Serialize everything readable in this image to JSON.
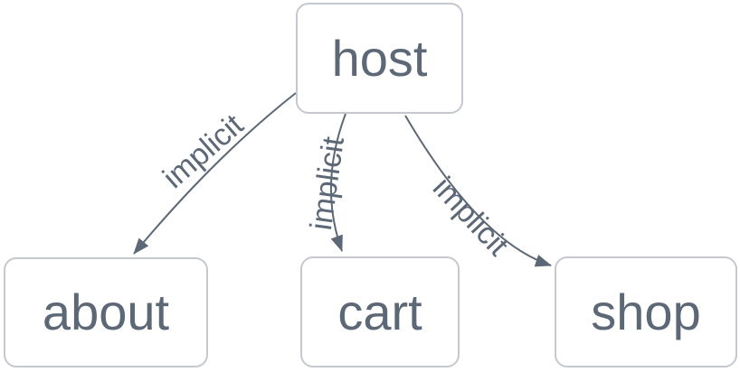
{
  "diagram": {
    "type": "network-graph",
    "background": "#ffffff",
    "colors": {
      "node_fill": "#ffffff",
      "node_border": "#c5c9cf",
      "node_text": "#5d6877",
      "edge_stroke": "#5d6877",
      "edge_label_text": "#5d6877"
    },
    "nodes": [
      {
        "id": "host",
        "label": "host"
      },
      {
        "id": "about",
        "label": "about"
      },
      {
        "id": "cart",
        "label": "cart"
      },
      {
        "id": "shop",
        "label": "shop"
      }
    ],
    "edges": [
      {
        "from": "host",
        "to": "about",
        "label": "implicit",
        "arrow": "to"
      },
      {
        "from": "host",
        "to": "cart",
        "label": "implicit",
        "arrow": "to"
      },
      {
        "from": "host",
        "to": "shop",
        "label": "implicit",
        "arrow": "to"
      }
    ]
  }
}
